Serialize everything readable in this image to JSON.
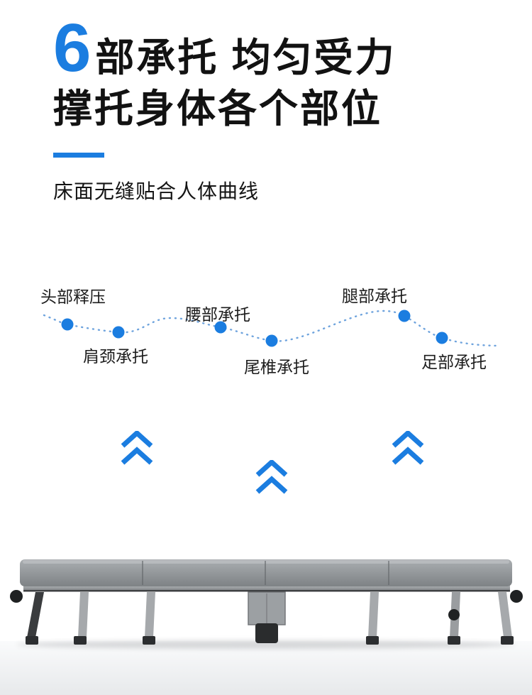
{
  "colors": {
    "accent_blue": "#1b7de0",
    "dotted_line_blue": "#6ea3dd",
    "title_black": "#121212",
    "label_gray": "#1d1d1d",
    "mattress_gray": "#94989b"
  },
  "header": {
    "big_number": "6",
    "title_rest": "部承托 均匀受力",
    "title_line2": "撑托身体各个部位",
    "subtitle": "床面无缝贴合人体曲线"
  },
  "support_curve": {
    "description": "dotted body-support curve with six support dots",
    "points": [
      {
        "label": "头部释压",
        "label_position": "above"
      },
      {
        "label": "肩颈承托",
        "label_position": "below"
      },
      {
        "label": "腰部承托",
        "label_position": "above"
      },
      {
        "label": "尾椎承托",
        "label_position": "below"
      },
      {
        "label": "腿部承托",
        "label_position": "above"
      },
      {
        "label": "足部承托",
        "label_position": "below"
      }
    ]
  },
  "arrows": {
    "count": 3,
    "direction": "up",
    "style": "double-chevron"
  },
  "illustration": {
    "subject": "folding bed with gray mattress, metal frame and legs"
  }
}
